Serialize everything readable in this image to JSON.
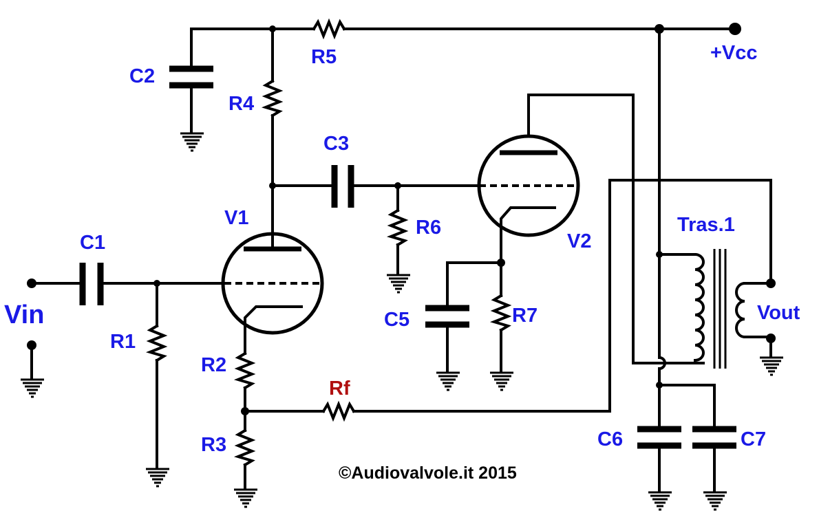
{
  "colors": {
    "label": "#1a1ae6",
    "feedback": "#b01010",
    "wire": "#000000"
  },
  "labels": {
    "c1": "C1",
    "c2": "C2",
    "c3": "C3",
    "c5": "C5",
    "c6": "C6",
    "c7": "C7",
    "r1": "R1",
    "r2": "R2",
    "r3": "R3",
    "r4": "R4",
    "r5": "R5",
    "r6": "R6",
    "r7": "R7",
    "rf": "Rf",
    "v1": "V1",
    "v2": "V2",
    "tras": "Tras.1",
    "vin": "Vin",
    "vout": "Vout",
    "vcc": "+Vcc"
  },
  "credit": "©Audiovalvole.it 2015"
}
